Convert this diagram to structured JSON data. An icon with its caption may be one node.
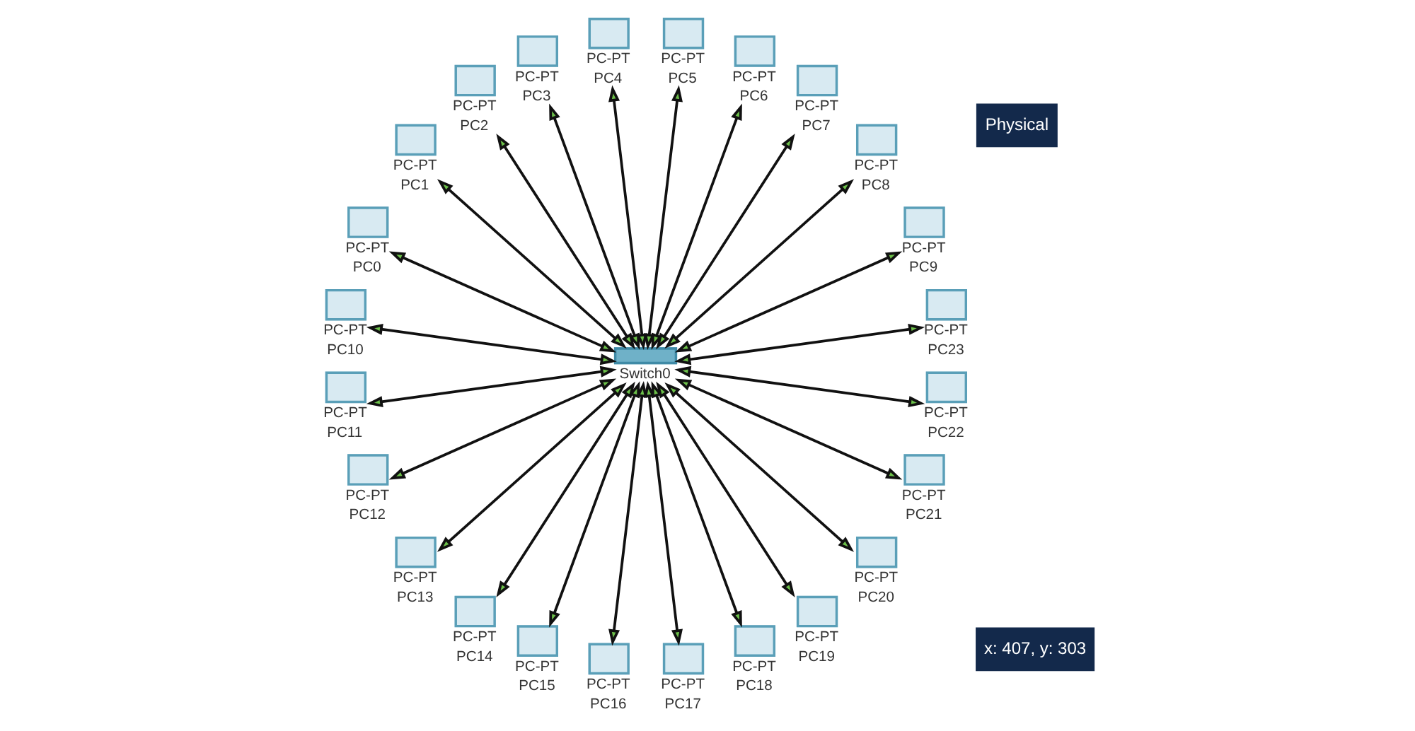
{
  "diagram": {
    "nodes": [
      {
        "text": [
          "PC-PT",
          "PC4"
        ]
      },
      {
        "text": [
          "PC-PT",
          "PC5"
        ]
      },
      {
        "text": [
          "PC-PT",
          "PC6"
        ]
      },
      {
        "text": [
          "PC-PT",
          "PC3"
        ]
      },
      {
        "text": [
          "PC-PT",
          "PC7"
        ]
      },
      {
        "text": [
          "PC-PT",
          "PC2"
        ]
      },
      {
        "text": [
          "PC-PT",
          "PC8"
        ]
      },
      {
        "text": [
          "PC-PT",
          "PC9"
        ]
      },
      {
        "text": [
          "PC-PT",
          "PC1"
        ]
      },
      {
        "text": [
          "PC-PT",
          "PC0"
        ]
      },
      {
        "text": [
          "Switch0"
        ]
      },
      {
        "text": [
          "PC-PT",
          "PC23"
        ]
      },
      {
        "text": [
          "PC-PT",
          "PC22"
        ]
      },
      {
        "text": [
          "PC-PT",
          "PC10"
        ]
      },
      {
        "text": [
          "PC-PT",
          "PC11"
        ]
      },
      {
        "text": [
          "PC-PT",
          "PC12"
        ]
      },
      {
        "text": [
          "PC-PT",
          "PC13"
        ]
      },
      {
        "text": [
          "PC-PT",
          "PC14"
        ]
      },
      {
        "text": [
          "PC-PT",
          "PC15"
        ]
      },
      {
        "text": [
          "PC-PT",
          "PC16"
        ]
      },
      {
        "text": [
          "PC-PT",
          "PC17"
        ]
      },
      {
        "text": [
          "PC-PT",
          "PC18"
        ]
      },
      {
        "text": [
          "PC-PT",
          "PC19"
        ]
      },
      {
        "text": [
          "PC-PT",
          "PC20"
        ]
      },
      {
        "text": [
          "PC-PT",
          "PC21"
        ]
      }
    ],
    "edges": [
      {
        "from": 9,
        "to": 10,
        "arrow": "both"
      },
      {
        "from": 8,
        "to": 10,
        "arrow": "both"
      },
      {
        "from": 5,
        "to": 10,
        "arrow": "both"
      },
      {
        "from": 3,
        "to": 10,
        "arrow": "both"
      },
      {
        "from": 0,
        "to": 10,
        "arrow": "both"
      },
      {
        "from": 1,
        "to": 10,
        "arrow": "both"
      },
      {
        "from": 2,
        "to": 10,
        "arrow": "both"
      },
      {
        "from": 4,
        "to": 10,
        "arrow": "both"
      },
      {
        "from": 6,
        "to": 10,
        "arrow": "both"
      },
      {
        "from": 7,
        "to": 10,
        "arrow": "both"
      },
      {
        "from": 13,
        "to": 10,
        "arrow": "both"
      },
      {
        "from": 14,
        "to": 10,
        "arrow": "both"
      },
      {
        "from": 15,
        "to": 10,
        "arrow": "both"
      },
      {
        "from": 16,
        "to": 10,
        "arrow": "both"
      },
      {
        "from": 17,
        "to": 10,
        "arrow": "both"
      },
      {
        "from": 18,
        "to": 10,
        "arrow": "both"
      },
      {
        "from": 19,
        "to": 10,
        "arrow": "both"
      },
      {
        "from": 20,
        "to": 10,
        "arrow": "both"
      },
      {
        "from": 21,
        "to": 10,
        "arrow": "both"
      },
      {
        "from": 22,
        "to": 10,
        "arrow": "both"
      },
      {
        "from": 23,
        "to": 10,
        "arrow": "both"
      },
      {
        "from": 24,
        "to": 10,
        "arrow": "both"
      },
      {
        "from": 12,
        "to": 10,
        "arrow": "both"
      },
      {
        "from": 11,
        "to": 10,
        "arrow": "both"
      }
    ],
    "labels": [
      "Physical",
      "x: 407, y: 303"
    ]
  }
}
